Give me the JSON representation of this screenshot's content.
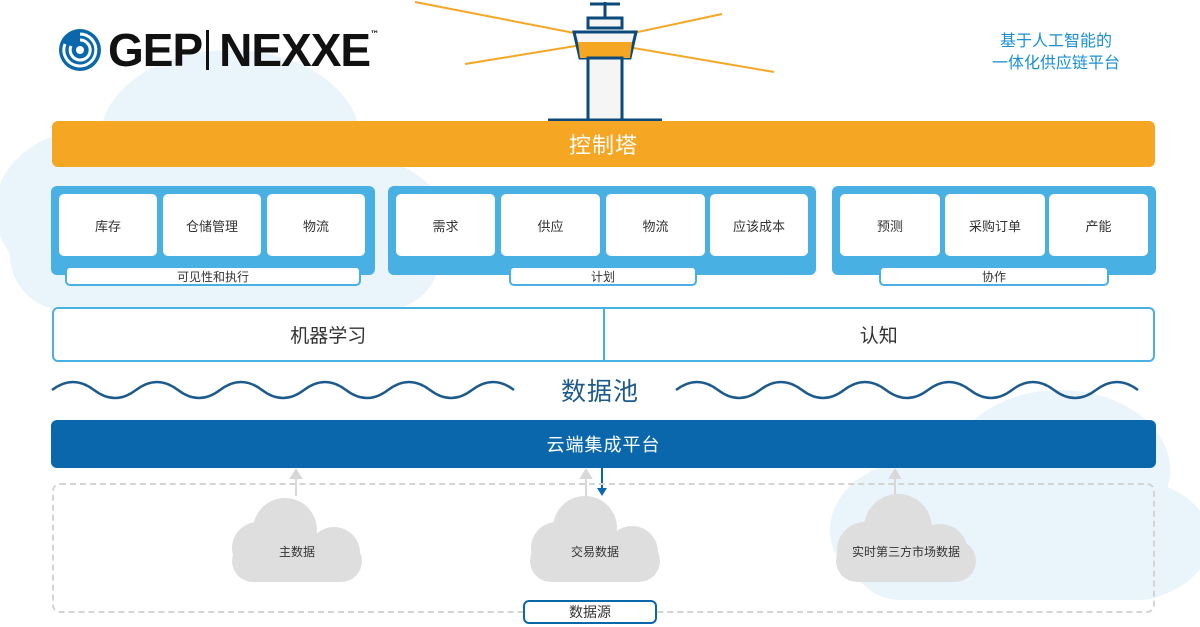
{
  "brand": {
    "name_left": "GEP",
    "name_right": "NEXXE",
    "trademark": "™"
  },
  "tagline": {
    "line1": "基于人工智能的",
    "line2": "一体化供应链平台"
  },
  "control_tower": {
    "label": "控制塔"
  },
  "groups": [
    {
      "label": "可见性和执行",
      "items": [
        "库存",
        "仓储管理",
        "物流"
      ]
    },
    {
      "label": "计划",
      "items": [
        "需求",
        "供应",
        "物流",
        "应该成本"
      ]
    },
    {
      "label": "协作",
      "items": [
        "预测",
        "采购订单",
        "产能"
      ]
    }
  ],
  "intelligence": {
    "left": "机器学习",
    "right": "认知"
  },
  "data_lake": {
    "label": "数据池"
  },
  "cloud_platform": {
    "label": "云端集成平台"
  },
  "data_sources": {
    "label": "数据源",
    "items": [
      "主数据",
      "交易数据",
      "实时第三方市场数据"
    ]
  },
  "colors": {
    "orange": "#f5a623",
    "light_blue": "#48b0e3",
    "dark_blue": "#0b67ab",
    "navy": "#1d5a8c",
    "tagline_blue": "#1a8fd0",
    "cloud_gray": "#dedede",
    "background_cloud": "#eaf4fb"
  },
  "icons": [
    "gep-swirl-logo-icon",
    "control-tower-icon",
    "cloud-icon"
  ]
}
